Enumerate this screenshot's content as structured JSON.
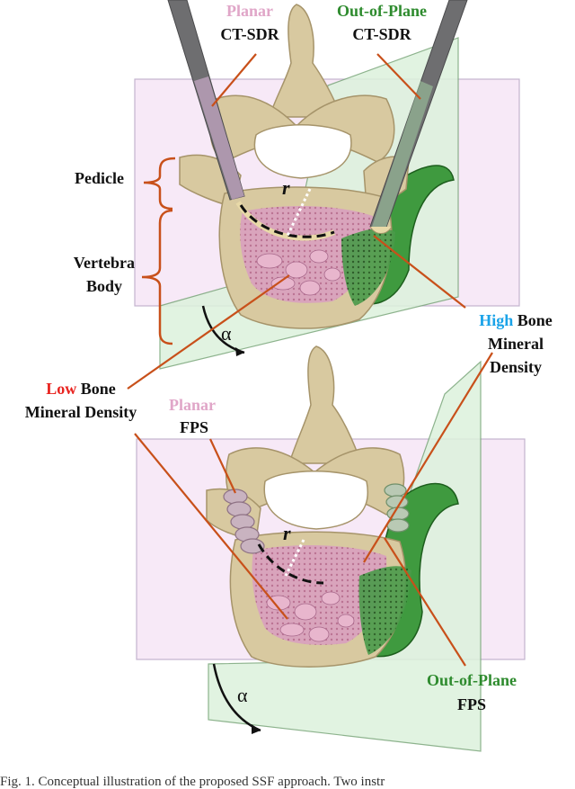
{
  "labels": {
    "planar_word": "Planar",
    "ct_sdr": "CT-SDR",
    "out_of_plane_word": "Out-of-Plane",
    "ct_sdr_right": "CT-SDR",
    "pedicle": "Pedicle",
    "vertebra": "Vertebra",
    "body": "Body",
    "high_word": "High",
    "high_rest": " Bone",
    "mineral_right": "Mineral",
    "density_right": "Density",
    "low_word": "Low",
    "low_rest": " Bone",
    "mineral_density_left": "Mineral Density",
    "planar_fps_word": "Planar",
    "fps": "FPS",
    "out_of_plane_fps_word": "Out-of-Plane",
    "fps_bottom": "FPS",
    "r_top": "r",
    "r_bottom": "r",
    "alpha_top": "α",
    "alpha_bottom": "α",
    "caption": "Fig. 1.   Conceptual illustration of the proposed SSF approach. Two instr"
  },
  "colors": {
    "planar_label": "#e0a6c8",
    "out_of_plane_label": "#2e8b2e",
    "high_label": "#1aa3e8",
    "low_label": "#e8231f",
    "leader_line": "#c8501a",
    "planar_plane": "#f6e6f6",
    "out_plane": "#dcf2dc",
    "bone": "#d8c9a0",
    "bone_dark": "#a6946a",
    "low_density": "#d78fb0",
    "high_density": "#2f7a2f"
  }
}
